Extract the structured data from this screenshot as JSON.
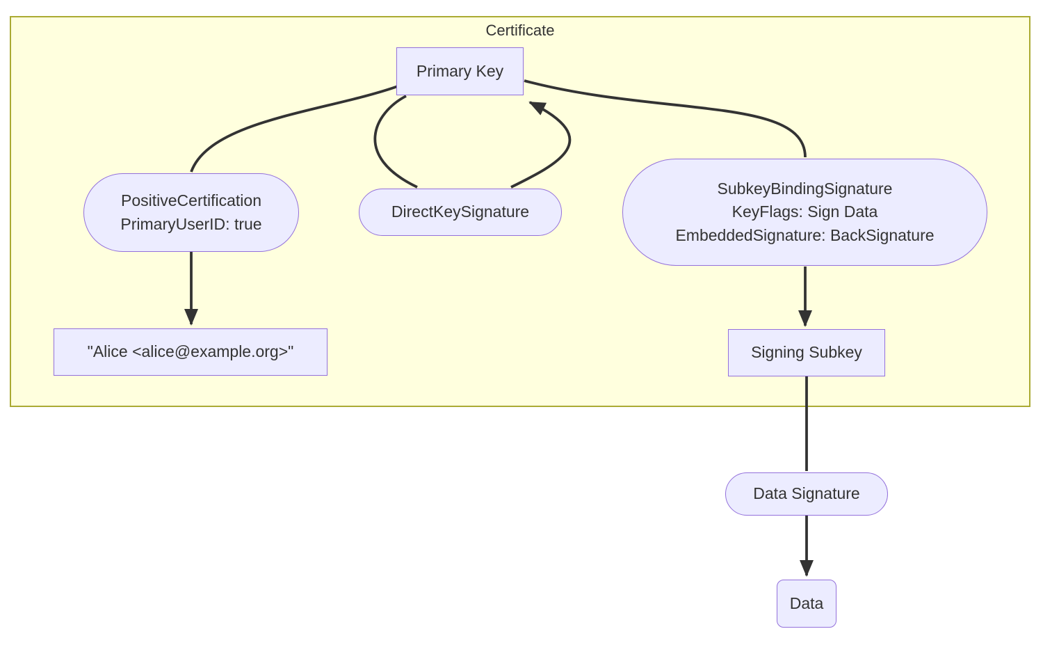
{
  "diagram": {
    "type": "flowchart",
    "cluster": {
      "label": "Certificate"
    },
    "colors": {
      "cluster_fill": "#ffffde",
      "cluster_border": "#aaaa33",
      "node_fill": "#ECECFF",
      "node_border": "#9370DB",
      "edge_color": "#333333",
      "text_color": "#333333",
      "background": "#ffffff"
    },
    "nodes": {
      "primary_key": {
        "label": "Primary Key",
        "shape": "rect",
        "in_cluster": true
      },
      "positive_certification": {
        "lines": [
          "PositiveCertification",
          "PrimaryUserID: true"
        ],
        "shape": "stadium",
        "in_cluster": true
      },
      "direct_key_signature": {
        "label": "DirectKeySignature",
        "shape": "stadium",
        "in_cluster": true
      },
      "subkey_binding_signature": {
        "lines": [
          "SubkeyBindingSignature",
          "KeyFlags: Sign Data",
          "EmbeddedSignature: BackSignature"
        ],
        "shape": "stadium",
        "in_cluster": true
      },
      "user_id": {
        "label": "\"Alice <alice@example.org>\"",
        "shape": "rect",
        "in_cluster": true
      },
      "signing_subkey": {
        "label": "Signing Subkey",
        "shape": "rect",
        "in_cluster": true
      },
      "data_signature": {
        "label": "Data Signature",
        "shape": "stadium",
        "in_cluster": false
      },
      "data": {
        "label": "Data",
        "shape": "rounded-rect",
        "in_cluster": false
      }
    },
    "edges": [
      {
        "from": "primary_key",
        "to": "positive_certification",
        "arrow": false
      },
      {
        "from": "positive_certification",
        "to": "user_id",
        "arrow": true
      },
      {
        "from": "primary_key",
        "to": "direct_key_signature",
        "arrow": false
      },
      {
        "from": "direct_key_signature",
        "to": "primary_key",
        "arrow": true
      },
      {
        "from": "primary_key",
        "to": "subkey_binding_signature",
        "arrow": false
      },
      {
        "from": "subkey_binding_signature",
        "to": "signing_subkey",
        "arrow": true
      },
      {
        "from": "signing_subkey",
        "to": "data_signature",
        "arrow": false
      },
      {
        "from": "data_signature",
        "to": "data",
        "arrow": true
      }
    ]
  }
}
